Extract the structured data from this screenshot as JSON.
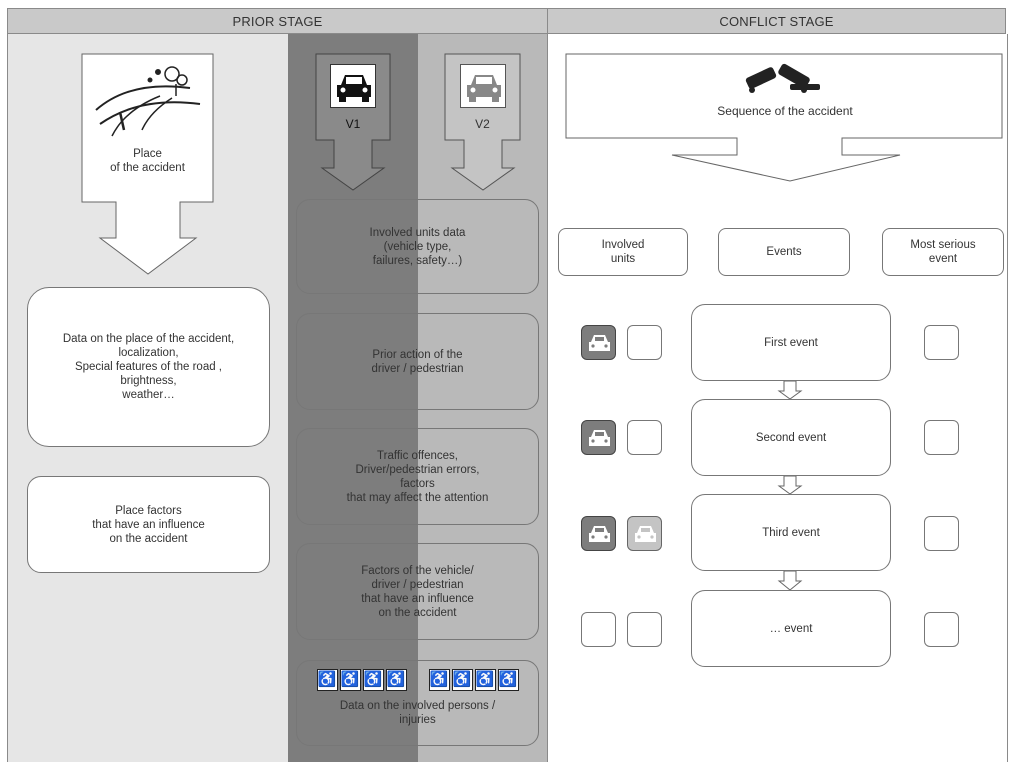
{
  "headers": {
    "prior": "PRIOR STAGE",
    "conflict": "CONFLICT STAGE"
  },
  "prior": {
    "place_label": "Place\nof the accident",
    "place_data": "Data on the place of the accident,\nlocalization,\nSpecial features of the road ,\nbrightness,\nweather…",
    "place_factors": "Place factors\nthat have an influence\non the accident"
  },
  "vehicles": {
    "v1": "V1",
    "v2": "V2"
  },
  "units": {
    "involved_data": "Involved units data\n(vehicle type,\nfailures, safety…)",
    "prior_action": "Prior action of the\ndriver / pedestrian",
    "offences": "Traffic offences,\nDriver/pedestrian errors,\nfactors\nthat may affect the attention",
    "factors": "Factors of the vehicle/\ndriver / pedestrian\nthat have an influence\non the accident",
    "persons": "Data on the involved persons /\ninjuries"
  },
  "conflict": {
    "sequence": "Sequence of the accident",
    "col_units": "Involved\nunits",
    "col_events": "Events",
    "col_serious": "Most serious\nevent",
    "events": [
      "First event",
      "Second event",
      "Third event",
      "… event"
    ]
  },
  "icons": {
    "place": "road-junction-icon",
    "vehicle": "car-front-icon",
    "crash": "crash-icon",
    "person": "person-icon"
  }
}
